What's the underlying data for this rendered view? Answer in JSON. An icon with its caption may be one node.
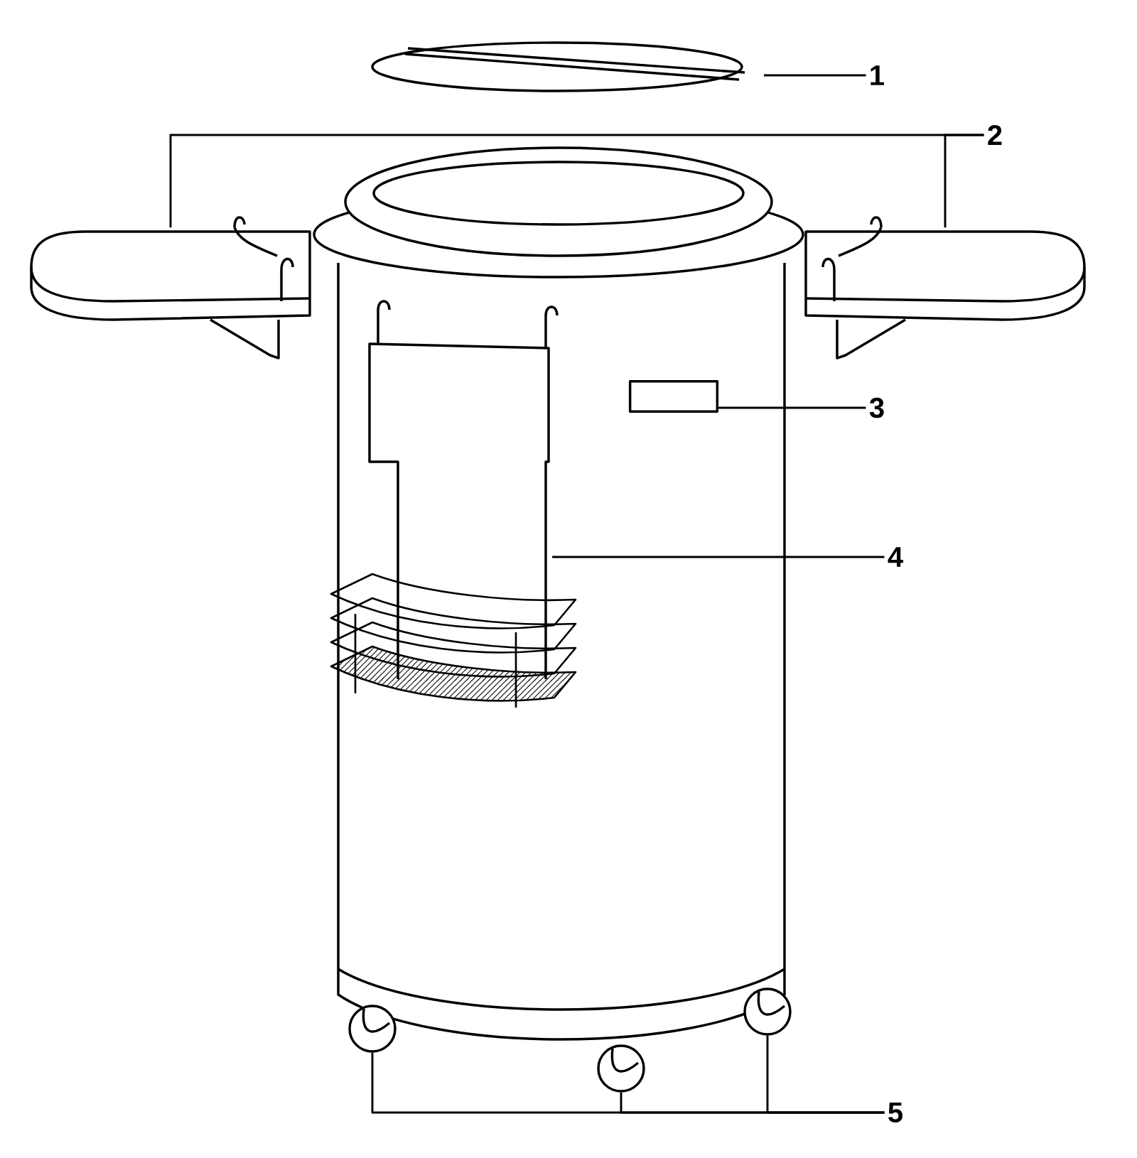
{
  "diagram": {
    "nodes": [
      {
        "text": [
          "1"
        ]
      },
      {
        "text": [],
        "shape": "picture"
      },
      {
        "text": [
          "2"
        ]
      },
      {
        "text": [],
        "shape": "picture"
      },
      {
        "text": [],
        "shape": "picture"
      },
      {
        "text": [
          "3"
        ]
      },
      {
        "text": [],
        "shape": "box"
      },
      {
        "text": [
          "4"
        ]
      },
      {
        "text": [],
        "shape": "picture"
      },
      {
        "text": [
          "5"
        ]
      },
      {
        "text": [],
        "shape": "circle"
      },
      {
        "text": [],
        "shape": "circle"
      },
      {
        "text": [],
        "shape": "circle"
      }
    ],
    "edges": [
      {
        "from": 0,
        "to": 1,
        "arrow": "none"
      },
      {
        "from": 2,
        "to": 3,
        "arrow": "none"
      },
      {
        "from": 2,
        "to": 4,
        "arrow": "none"
      },
      {
        "from": 5,
        "to": 6,
        "arrow": "none"
      },
      {
        "from": 7,
        "to": 8,
        "arrow": "none"
      },
      {
        "from": 9,
        "to": 10,
        "arrow": "none"
      },
      {
        "from": 9,
        "to": 11,
        "arrow": "none"
      },
      {
        "from": 9,
        "to": 12,
        "arrow": "none"
      }
    ]
  }
}
